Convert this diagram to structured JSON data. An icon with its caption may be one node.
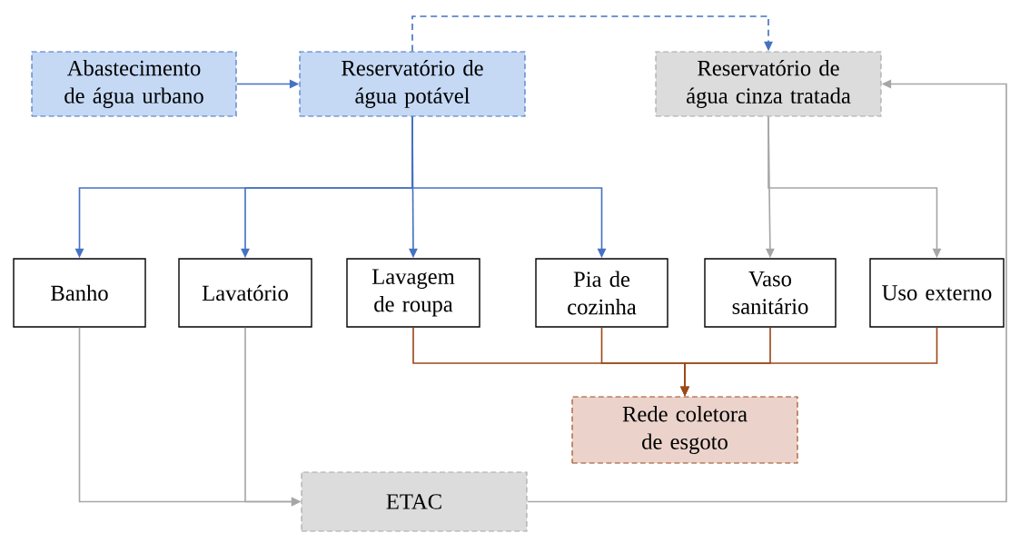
{
  "diagram": {
    "nodes": [
      {
        "text": [
          "Abastecimento de água urbano"
        ]
      },
      {
        "text": [
          "Reservatório de água potável"
        ]
      },
      {
        "text": [
          "Reservatório de água cinza tratada"
        ]
      },
      {
        "text": [
          "Banho"
        ]
      },
      {
        "text": [
          "Lavatório"
        ]
      },
      {
        "text": [
          "Lavagem de roupa"
        ]
      },
      {
        "text": [
          "Pia de cozinha"
        ]
      },
      {
        "text": [
          "Vaso sanitário"
        ]
      },
      {
        "text": [
          "Uso externo"
        ]
      },
      {
        "text": [
          "Rede coletora de esgoto"
        ]
      },
      {
        "text": [
          "ETAC"
        ]
      }
    ],
    "edges": [
      {
        "from": 0,
        "to": 1,
        "arrow": "to",
        "color": "#4472c4"
      },
      {
        "from": 1,
        "to": 2,
        "arrow": "to",
        "style": "dashed",
        "color": "#4472c4"
      },
      {
        "from": 1,
        "to": 3,
        "arrow": "to",
        "color": "#4472c4"
      },
      {
        "from": 1,
        "to": 4,
        "arrow": "to",
        "color": "#4472c4"
      },
      {
        "from": 1,
        "to": 5,
        "arrow": "to",
        "color": "#4472c4"
      },
      {
        "from": 1,
        "to": 6,
        "arrow": "to",
        "color": "#4472c4"
      },
      {
        "from": 2,
        "to": 7,
        "arrow": "to",
        "color": "#a6a6a6"
      },
      {
        "from": 2,
        "to": 8,
        "arrow": "to",
        "color": "#a6a6a6"
      },
      {
        "from": 5,
        "to": 9,
        "arrow": "to",
        "color": "#9c4a1a"
      },
      {
        "from": 6,
        "to": 9,
        "arrow": "to",
        "color": "#9c4a1a"
      },
      {
        "from": 7,
        "to": 9,
        "arrow": "to",
        "color": "#9c4a1a"
      },
      {
        "from": 8,
        "to": 9,
        "arrow": "to",
        "color": "#9c4a1a"
      },
      {
        "from": 3,
        "to": 10,
        "arrow": "to",
        "color": "#a6a6a6"
      },
      {
        "from": 4,
        "to": 10,
        "arrow": "to",
        "color": "#a6a6a6"
      },
      {
        "from": 10,
        "to": 2,
        "arrow": "to",
        "color": "#a6a6a6"
      }
    ]
  }
}
